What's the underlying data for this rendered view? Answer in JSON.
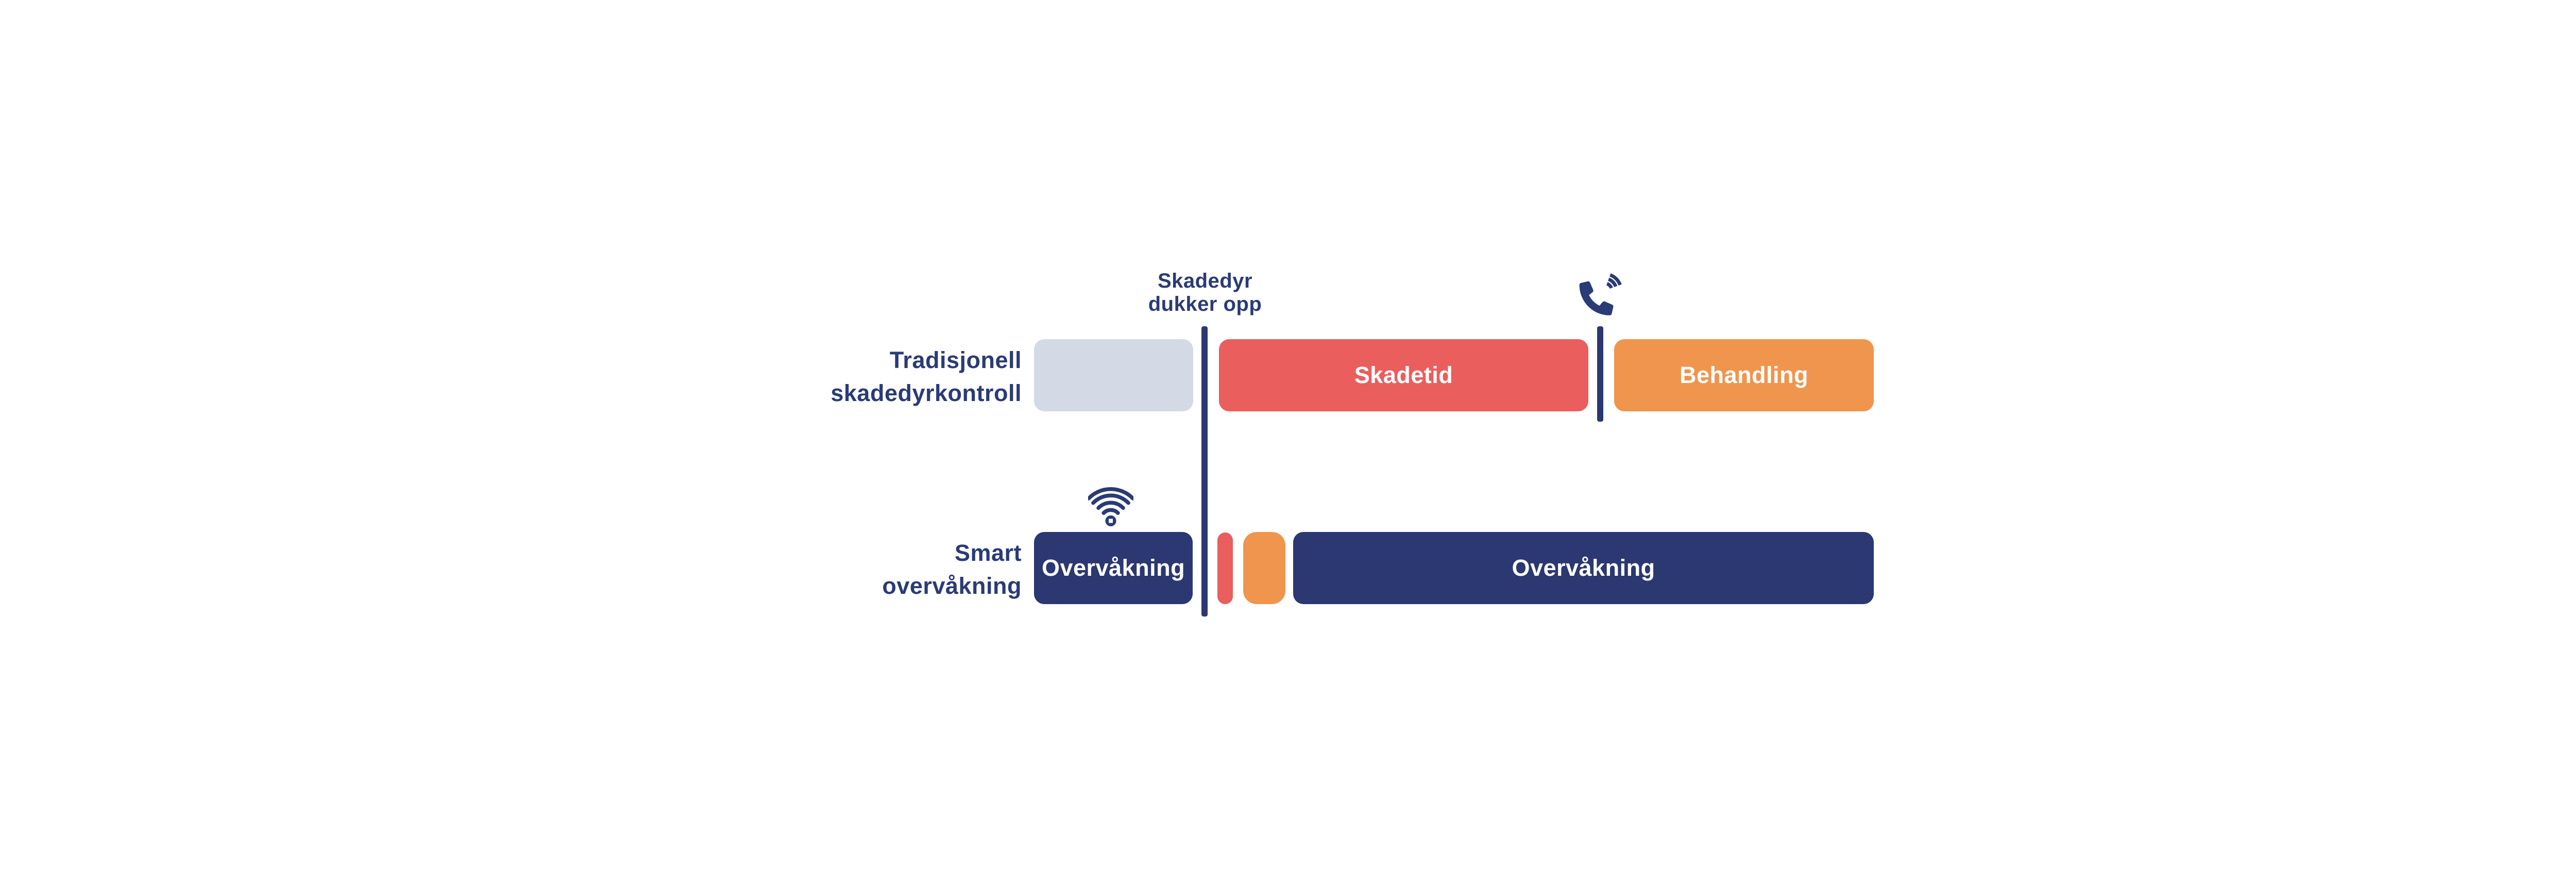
{
  "colors": {
    "navy": "#2B3871",
    "navy_text": "#2A3B76",
    "red": "#EA5E5E",
    "orange": "#F0954D",
    "gray_blue": "#D4DAE5",
    "background": "#FFFFFF",
    "bar_text": "#FFFFFF"
  },
  "annotation": {
    "line1": "Skadedyr",
    "line2": "dukker opp"
  },
  "icons": {
    "wifi": "wifi-signal-icon",
    "phone": "phone-ringing-icon"
  },
  "rows": [
    {
      "label_line1": "Tradisjonell",
      "label_line2": "skadedyrkontroll",
      "bars": [
        {
          "name": "pre-period",
          "label": "",
          "color": "#D4DAE5"
        },
        {
          "name": "skadetid",
          "label": "Skadetid",
          "color": "#EA5E5E"
        },
        {
          "name": "behandling",
          "label": "Behandling",
          "color": "#F0954D"
        }
      ]
    },
    {
      "label_line1": "Smart",
      "label_line2": "overvåkning",
      "bars": [
        {
          "name": "overvakning-foer",
          "label": "Overvåkning",
          "color": "#2B3871"
        },
        {
          "name": "kort-skadetid",
          "label": "",
          "color": "#EA5E5E"
        },
        {
          "name": "kort-behandling",
          "label": "",
          "color": "#F0954D"
        },
        {
          "name": "overvakning-etter",
          "label": "Overvåkning",
          "color": "#2B3871"
        }
      ]
    }
  ]
}
